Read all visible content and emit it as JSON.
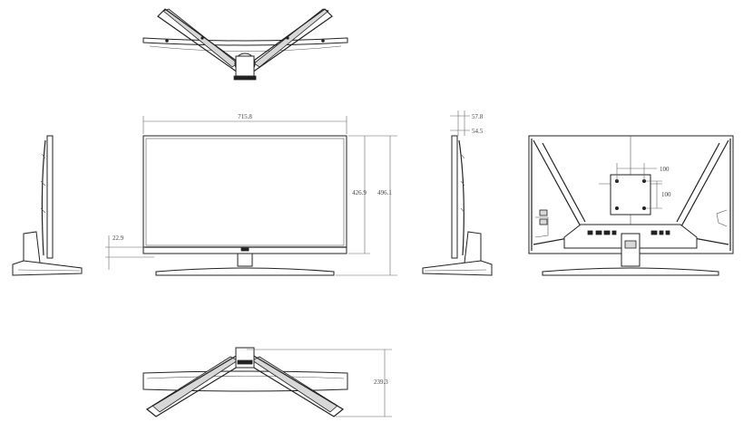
{
  "dimensions": {
    "front_width": "715.8",
    "front_screen_height": "426.9",
    "front_total_height": "496.1",
    "front_bottom_gap": "22.9",
    "side_depth_top": "57.8",
    "side_depth_panel": "54.5",
    "rear_vesa_width": "100",
    "rear_vesa_height": "100",
    "bottom_depth": "239.3"
  }
}
